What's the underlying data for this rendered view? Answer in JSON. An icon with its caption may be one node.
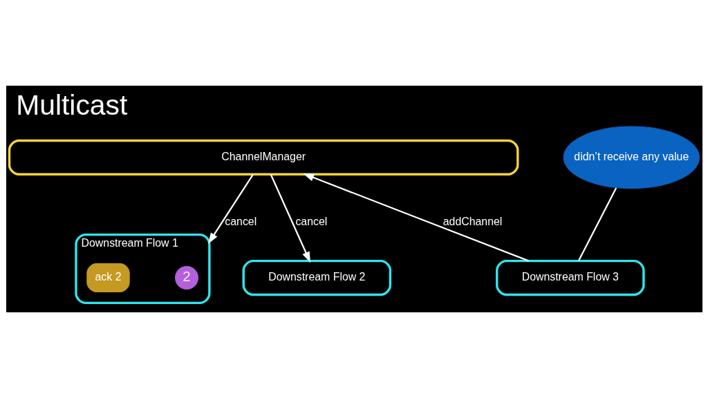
{
  "diagram": {
    "title": "Multicast",
    "nodes": [
      {
        "text": [
          "ChannelManager"
        ]
      },
      {
        "text": [
          "Downstream Flow 1"
        ]
      },
      {
        "text": [
          "Downstream Flow 2"
        ]
      },
      {
        "text": [
          "Downstream Flow 3"
        ]
      },
      {
        "text": [
          "2"
        ],
        "in": 1
      },
      {
        "text": [
          "ack 2"
        ],
        "in": 1
      },
      {
        "text": [
          "didn’t receive any value"
        ]
      }
    ],
    "edges": [
      {
        "from": 0,
        "to": 1,
        "arrow": "to",
        "label": "cancel"
      },
      {
        "from": 0,
        "to": 2,
        "arrow": "to",
        "label": "cancel"
      },
      {
        "from": 3,
        "to": 0,
        "arrow": "to",
        "label": "addChannel"
      },
      {
        "from": 6,
        "to": 3,
        "arrow": "none"
      }
    ]
  }
}
